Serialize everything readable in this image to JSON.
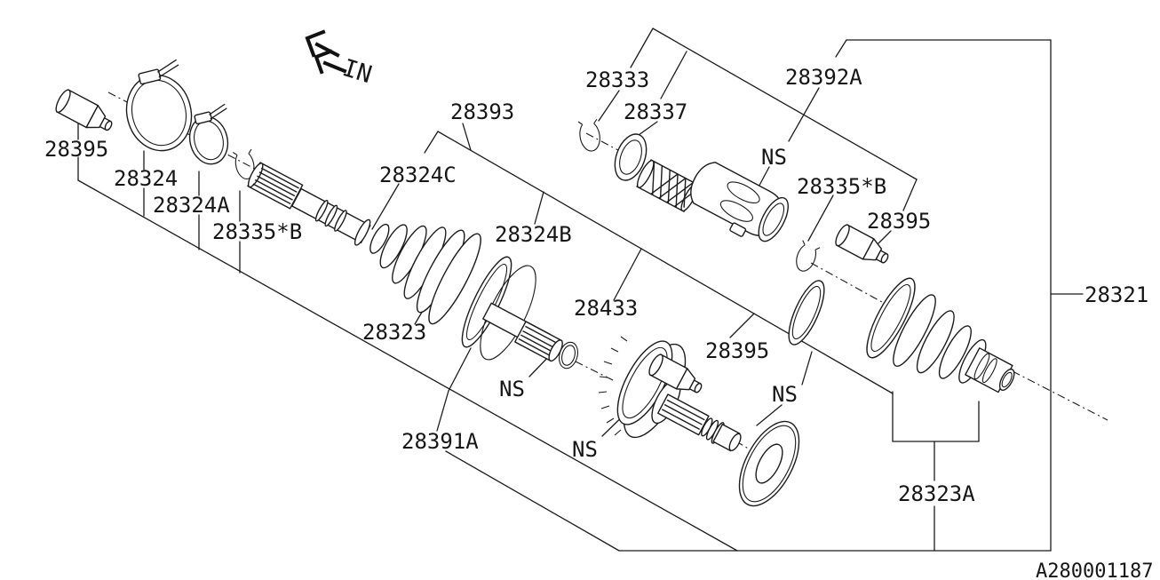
{
  "diagram": {
    "description": "Exploded parts diagram of front axle drive shaft with CV joints and boots",
    "drawing_number": "A280001187",
    "direction_indicator": "IN",
    "colors": {
      "line": "#1b1b1b",
      "background": "#ffffff"
    },
    "labels": [
      {
        "id": "28395-left",
        "text": "28395"
      },
      {
        "id": "28324",
        "text": "28324"
      },
      {
        "id": "28324A",
        "text": "28324A"
      },
      {
        "id": "28335B-left",
        "text": "28335*B"
      },
      {
        "id": "28393",
        "text": "28393"
      },
      {
        "id": "28324C",
        "text": "28324C"
      },
      {
        "id": "28324B",
        "text": "28324B"
      },
      {
        "id": "28333",
        "text": "28333"
      },
      {
        "id": "28337",
        "text": "28337"
      },
      {
        "id": "28392A",
        "text": "28392A"
      },
      {
        "id": "ns-innerjoint",
        "text": "NS"
      },
      {
        "id": "28335B-right",
        "text": "28335*B"
      },
      {
        "id": "28395-right",
        "text": "28395"
      },
      {
        "id": "28321",
        "text": "28321"
      },
      {
        "id": "28323",
        "text": "28323"
      },
      {
        "id": "28433",
        "text": "28433"
      },
      {
        "id": "ns-shaftend",
        "text": "NS"
      },
      {
        "id": "28391A",
        "text": "28391A"
      },
      {
        "id": "ns-gear",
        "text": "NS"
      },
      {
        "id": "28395-bottom",
        "text": "28395"
      },
      {
        "id": "ns-washer",
        "text": "NS"
      },
      {
        "id": "28323A",
        "text": "28323A"
      }
    ]
  }
}
